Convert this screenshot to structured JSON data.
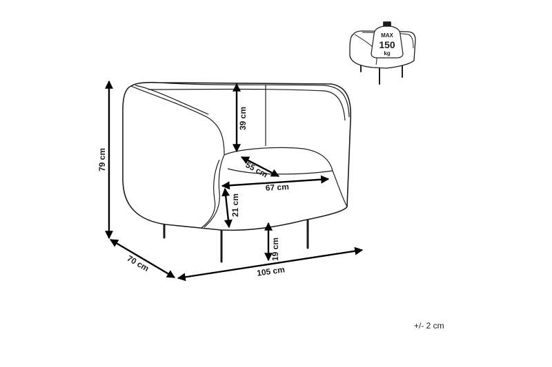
{
  "dimensions": {
    "height_total": "79 cm",
    "back_height": "39 cm",
    "seat_depth": "55 cm",
    "seat_width": "67 cm",
    "seat_height": "21 cm",
    "leg_height": "19 cm",
    "depth": "70 cm",
    "width": "105 cm"
  },
  "tolerance": "+/- 2 cm",
  "max_load": {
    "label_top": "MAX",
    "value": "150",
    "unit": "kg"
  }
}
